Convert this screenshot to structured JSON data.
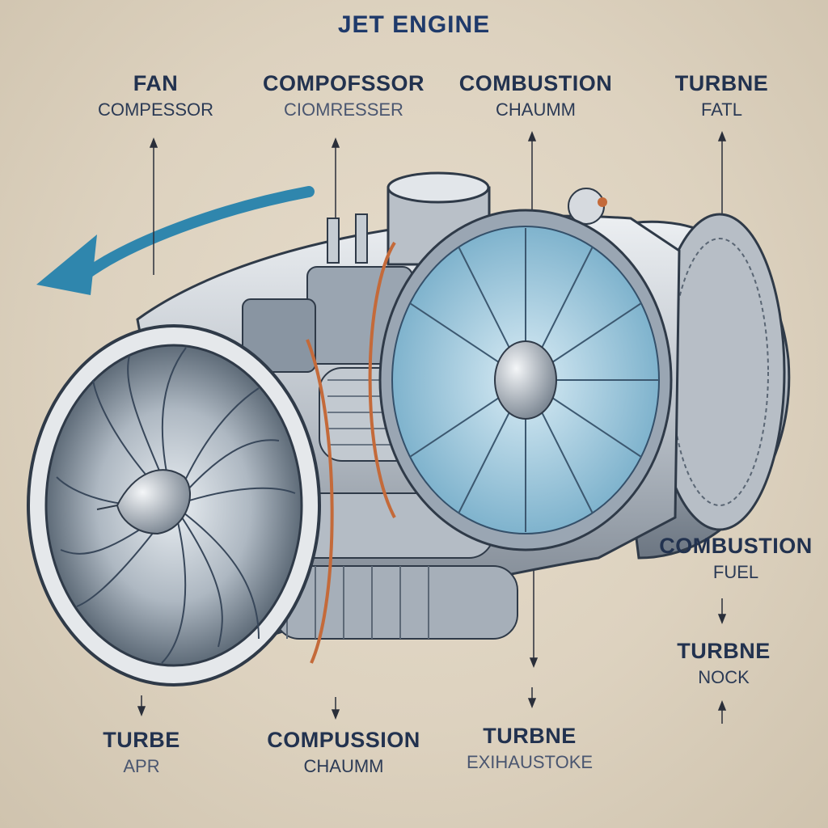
{
  "title": "JET ENGINE",
  "labels": {
    "fan": {
      "main": "FAN",
      "sub": "COMPESSOR"
    },
    "compressor": {
      "main": "COMPOFSSOR",
      "sub": "CIOMRESSER"
    },
    "combustion_top": {
      "main": "COMBUSTION",
      "sub": "CHAUMM"
    },
    "turbine_top": {
      "main": "TURBNE",
      "sub": "FATL"
    },
    "combustion_right": {
      "main": "COMBUSTION",
      "sub": "FUEL"
    },
    "turbine_right": {
      "main": "TURBNE",
      "sub": "NOCK"
    },
    "turbine_bottom_left": {
      "main": "TURBE",
      "sub": "APR"
    },
    "compustion_bottom": {
      "main": "COMPUSSION",
      "sub": "CHAUMM"
    },
    "turbine_bottom": {
      "main": "TURBNE",
      "sub": "EXIHAUSTOKE"
    }
  },
  "colors": {
    "label_text": "#22324f",
    "airflow_arrow": "#2f86ad",
    "blades": "#9cc8dd",
    "casing": "#c9ccd0",
    "accent": "#c46a3a"
  }
}
